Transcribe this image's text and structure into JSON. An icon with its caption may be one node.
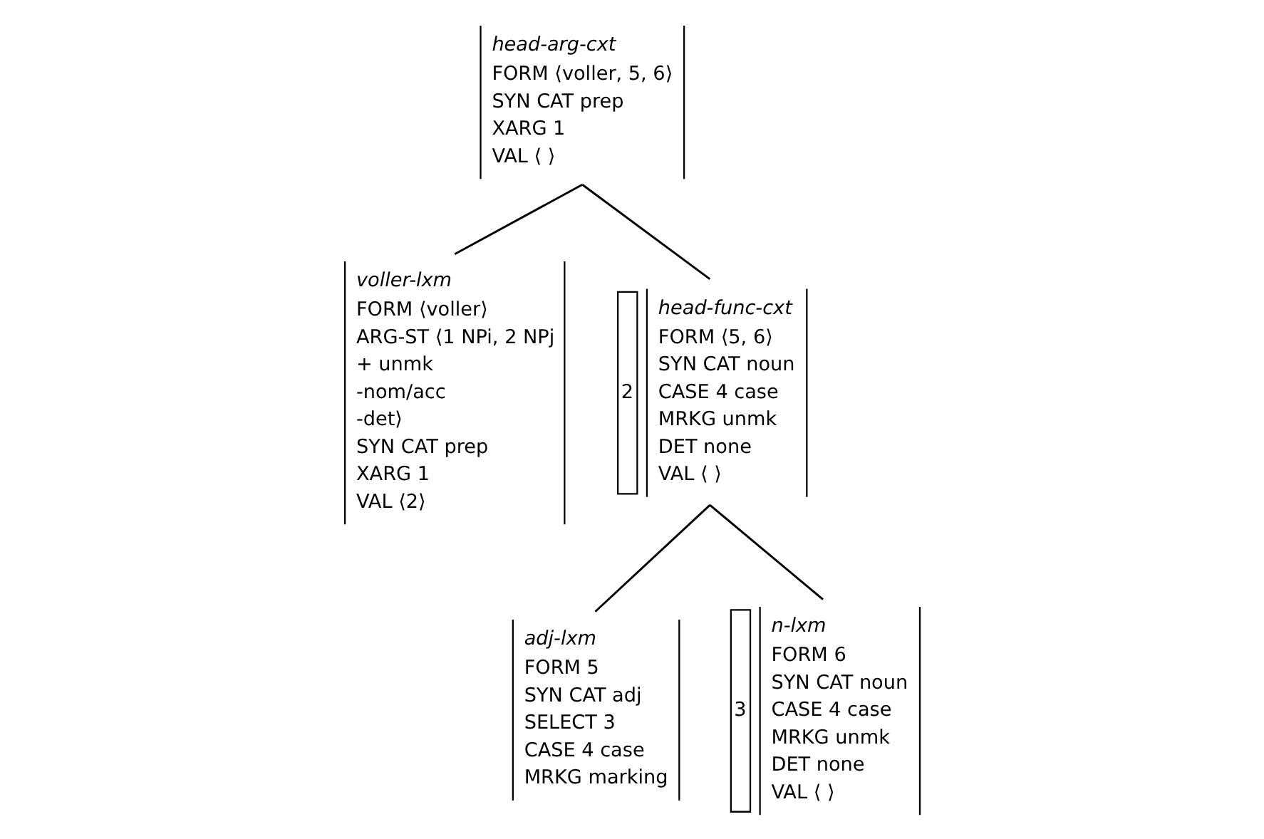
{
  "diagram": {
    "nodes": [
      {
        "text": [
          "head-arg-cxt",
          "FORM ⟨voller, 5, 6⟩",
          "SYN CAT prep",
          "XARG 1",
          "VAL ⟨ ⟩"
        ]
      },
      {
        "text": [
          "2",
          "head-func-cxt",
          "FORM ⟨5, 6⟩",
          "SYN CAT noun",
          "CASE 4 case",
          "MRKG unmk",
          "DET none",
          "VAL ⟨ ⟩"
        ]
      },
      {
        "text": [
          "voller-lxm",
          "FORM ⟨voller⟩",
          "ARG-ST ⟨1 NPi, 2 NPj",
          "+ unmk",
          "-nom/acc",
          "-det⟩",
          "SYN CAT prep",
          "XARG 1",
          "VAL ⟨2⟩"
        ]
      },
      {
        "text": [
          "adj-lxm",
          "FORM 5",
          "SYN CAT adj",
          "SELECT 3",
          "CASE 4 case",
          "MRKG marking"
        ]
      },
      {
        "text": [
          "3",
          "n-lxm",
          "FORM 6",
          "SYN CAT noun",
          "CASE 4 case",
          "MRKG unmk",
          "DET none",
          "VAL ⟨ ⟩"
        ]
      }
    ],
    "edges": [
      {
        "from": 0,
        "to": 2,
        "arrow": "none"
      },
      {
        "from": 0,
        "to": 1,
        "arrow": "none"
      },
      {
        "from": 1,
        "to": 3,
        "arrow": "none"
      },
      {
        "from": 1,
        "to": 4,
        "arrow": "none"
      }
    ]
  }
}
